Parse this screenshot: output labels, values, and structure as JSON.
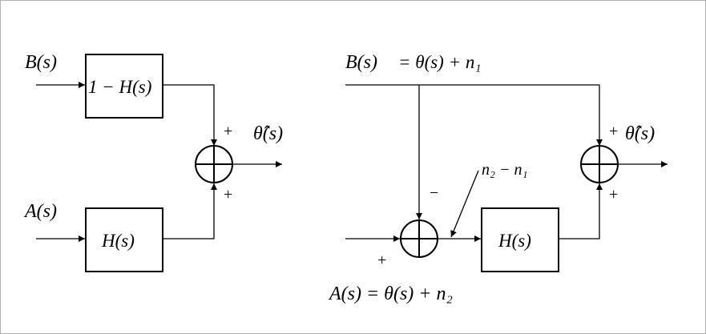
{
  "left": {
    "input_b": "B(s)",
    "block_top": "1 − H(s)",
    "input_a": "A(s)",
    "block_bottom": "H(s)",
    "sum_sign_top": "+",
    "sum_sign_bottom": "+",
    "output": "θ̂(s)"
  },
  "right": {
    "input_b": "B(s)",
    "input_b_eq": "= θ(s) + n₁",
    "input_a": "A(s) = θ(s) + n₂",
    "sum1_sign_left": "+",
    "sum1_sign_top": "−",
    "error_label": "n₂ − n₁",
    "block": "H(s)",
    "sum2_sign_top": "+",
    "sum2_sign_bottom": "+",
    "output": "θ̂(s)"
  }
}
